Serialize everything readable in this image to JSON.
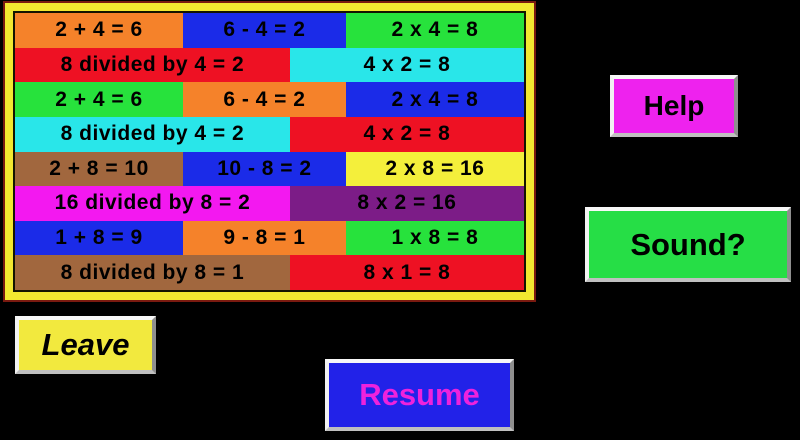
{
  "colors": {
    "background": "#000000",
    "panel_border_yellow": "#F2E830",
    "panel_outline_dark_red": "#7A1A10",
    "panel_inner_line": "#141400"
  },
  "panel": {
    "rows": [
      {
        "cells": [
          {
            "text": "2 + 4 = 6",
            "bg": "#F5822A"
          },
          {
            "text": "6 - 4 = 2",
            "bg": "#1B2BE8"
          },
          {
            "text": "2 x 4 = 8",
            "bg": "#27E23C"
          }
        ]
      },
      {
        "cells": [
          {
            "text": "8 divided by 4 = 2",
            "bg": "#EE1123"
          },
          {
            "text": "4 x 2 = 8",
            "bg": "#29E6E9"
          }
        ]
      },
      {
        "cells": [
          {
            "text": "2 + 4 = 6",
            "bg": "#27E23C"
          },
          {
            "text": "6 - 4 = 2",
            "bg": "#F5822A"
          },
          {
            "text": "2 x 4 = 8",
            "bg": "#1B2BE8"
          }
        ]
      },
      {
        "cells": [
          {
            "text": "8 divided by 4 = 2",
            "bg": "#29E6E9"
          },
          {
            "text": "4 x 2 = 8",
            "bg": "#EE1123"
          }
        ]
      },
      {
        "cells": [
          {
            "text": "2 + 8 = 10",
            "bg": "#A1673E"
          },
          {
            "text": "10 - 8 = 2",
            "bg": "#1B2BE8"
          },
          {
            "text": "2 x 8 = 16",
            "bg": "#F4EF3B"
          }
        ]
      },
      {
        "cells": [
          {
            "text": "16 divided by 8 = 2",
            "bg": "#F318F0"
          },
          {
            "text": "8 x 2 = 16",
            "bg": "#7C1C87"
          }
        ]
      },
      {
        "cells": [
          {
            "text": "1 + 8 = 9",
            "bg": "#1B2BE8"
          },
          {
            "text": "9 - 8 = 1",
            "bg": "#F5822A"
          },
          {
            "text": "1 x 8 = 8",
            "bg": "#27E23C"
          }
        ]
      },
      {
        "cells": [
          {
            "text": "8 divided by 8 = 1",
            "bg": "#A1673E"
          },
          {
            "text": "8 x 1 = 8",
            "bg": "#EE1123"
          }
        ]
      }
    ]
  },
  "buttons": {
    "help": {
      "label": "Help",
      "bg": "#EE22EE",
      "color": "#000000"
    },
    "sound": {
      "label": "Sound?",
      "bg": "#26DE46",
      "color": "#000000"
    },
    "leave": {
      "label": "Leave",
      "bg": "#F2E93E",
      "color": "#000000"
    },
    "resume": {
      "label": "Resume",
      "bg": "#2222E8",
      "color": "#EE22DD"
    }
  }
}
